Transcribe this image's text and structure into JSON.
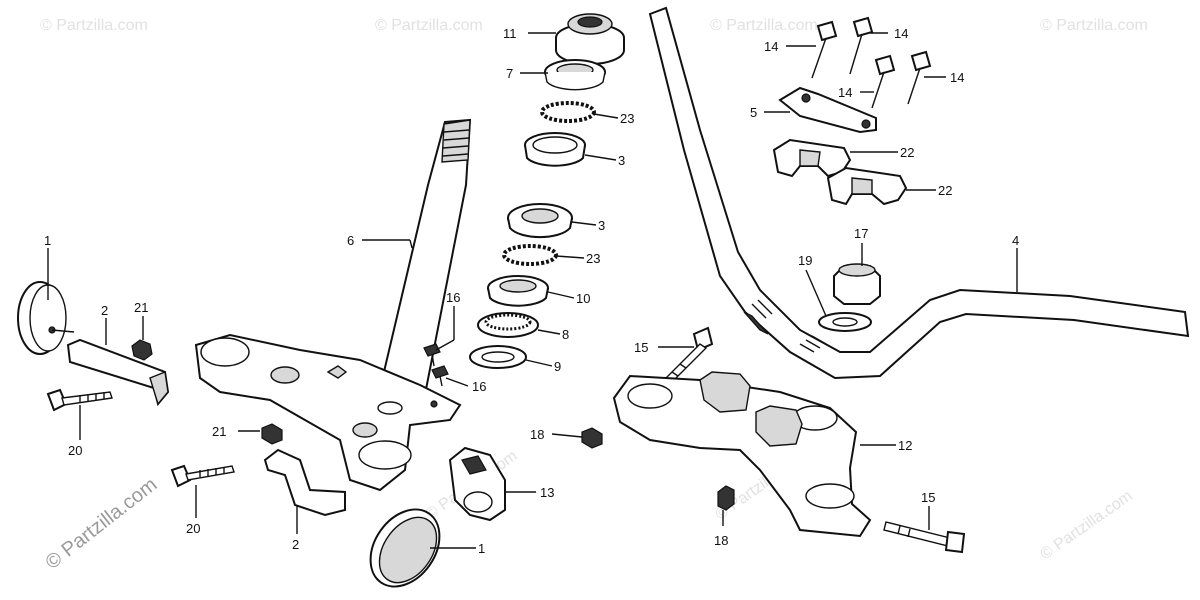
{
  "watermark": {
    "corner_text": "© Partzilla.com",
    "side_text": "© Partzilla.com",
    "center_text": "© Partzilla.com"
  },
  "callouts": [
    {
      "id": "c1a",
      "label": "1"
    },
    {
      "id": "c1b",
      "label": "1"
    },
    {
      "id": "c2a",
      "label": "2"
    },
    {
      "id": "c2b",
      "label": "2"
    },
    {
      "id": "c3a",
      "label": "3"
    },
    {
      "id": "c3b",
      "label": "3"
    },
    {
      "id": "c4",
      "label": "4"
    },
    {
      "id": "c5",
      "label": "5"
    },
    {
      "id": "c6",
      "label": "6"
    },
    {
      "id": "c7",
      "label": "7"
    },
    {
      "id": "c8",
      "label": "8"
    },
    {
      "id": "c9",
      "label": "9"
    },
    {
      "id": "c10",
      "label": "10"
    },
    {
      "id": "c11",
      "label": "11"
    },
    {
      "id": "c12",
      "label": "12"
    },
    {
      "id": "c13",
      "label": "13"
    },
    {
      "id": "c14a",
      "label": "14"
    },
    {
      "id": "c14b",
      "label": "14"
    },
    {
      "id": "c14c",
      "label": "14"
    },
    {
      "id": "c14d",
      "label": "14"
    },
    {
      "id": "c15a",
      "label": "15"
    },
    {
      "id": "c15b",
      "label": "15"
    },
    {
      "id": "c16a",
      "label": "16"
    },
    {
      "id": "c16b",
      "label": "16"
    },
    {
      "id": "c17",
      "label": "17"
    },
    {
      "id": "c18a",
      "label": "18"
    },
    {
      "id": "c18b",
      "label": "18"
    },
    {
      "id": "c19",
      "label": "19"
    },
    {
      "id": "c20a",
      "label": "20"
    },
    {
      "id": "c20b",
      "label": "20"
    },
    {
      "id": "c21a",
      "label": "21"
    },
    {
      "id": "c21b",
      "label": "21"
    },
    {
      "id": "c22a",
      "label": "22"
    },
    {
      "id": "c22b",
      "label": "22"
    },
    {
      "id": "c23a",
      "label": "23"
    },
    {
      "id": "c23b",
      "label": "23"
    }
  ]
}
